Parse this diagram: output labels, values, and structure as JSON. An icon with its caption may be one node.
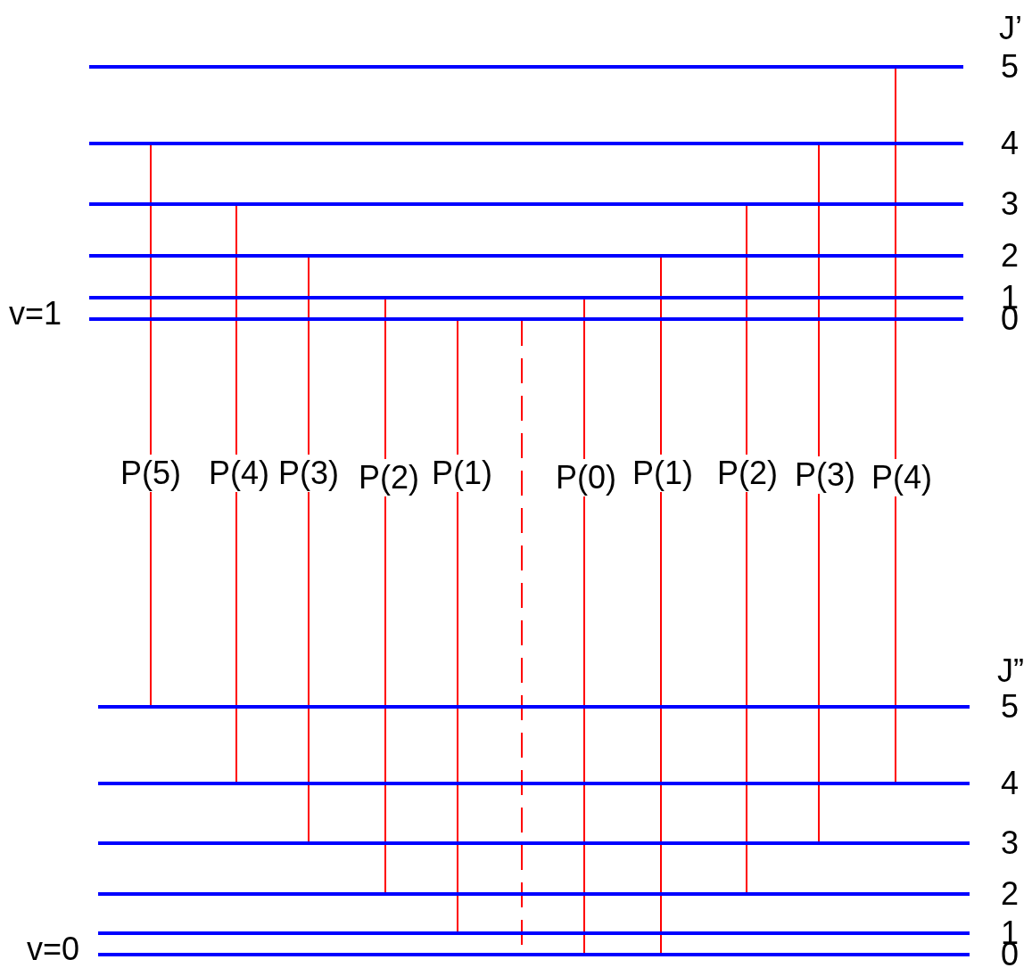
{
  "diagram": {
    "nodes": [
      {
        "text": [],
        "shape": "bar",
        "beside": [
          "5"
        ]
      },
      {
        "text": [],
        "shape": "bar",
        "beside": [
          "4"
        ]
      },
      {
        "text": [],
        "shape": "bar",
        "beside": [
          "3"
        ]
      },
      {
        "text": [],
        "shape": "bar",
        "beside": [
          "2"
        ]
      },
      {
        "text": [],
        "shape": "bar",
        "beside": [
          "1"
        ]
      },
      {
        "text": [],
        "shape": "bar",
        "beside": [
          "0"
        ]
      },
      {
        "text": [],
        "shape": "bar",
        "beside": [
          "5"
        ]
      },
      {
        "text": [],
        "shape": "bar",
        "beside": [
          "4"
        ]
      },
      {
        "text": [],
        "shape": "bar",
        "beside": [
          "3"
        ]
      },
      {
        "text": [],
        "shape": "bar",
        "beside": [
          "2"
        ]
      },
      {
        "text": [],
        "shape": "bar",
        "beside": [
          "1"
        ]
      },
      {
        "text": [],
        "shape": "bar",
        "beside": [
          "0"
        ]
      }
    ],
    "edges": [
      {
        "from": 1,
        "to": 6,
        "arrow": "none",
        "label": "P(5)"
      },
      {
        "from": 2,
        "to": 7,
        "arrow": "none",
        "label": "P(4)"
      },
      {
        "from": 3,
        "to": 8,
        "arrow": "none",
        "label": "P(3)"
      },
      {
        "from": 4,
        "to": 9,
        "arrow": "none",
        "label": "P(2)"
      },
      {
        "from": 5,
        "to": 10,
        "arrow": "none",
        "label": "P(1)"
      },
      {
        "from": 5,
        "to": 11,
        "arrow": "none",
        "style": "dashed"
      },
      {
        "from": 4,
        "to": 11,
        "arrow": "none",
        "label": "P(0)"
      },
      {
        "from": 3,
        "to": 11,
        "arrow": "none",
        "label": "P(1)"
      },
      {
        "from": 2,
        "to": 9,
        "arrow": "none",
        "label": "P(2)"
      },
      {
        "from": 1,
        "to": 8,
        "arrow": "none",
        "label": "P(3)"
      },
      {
        "from": 0,
        "to": 7,
        "arrow": "none",
        "label": "P(4)"
      }
    ],
    "labels": [
      "J’",
      "v=1",
      "J”",
      "v=0"
    ]
  }
}
